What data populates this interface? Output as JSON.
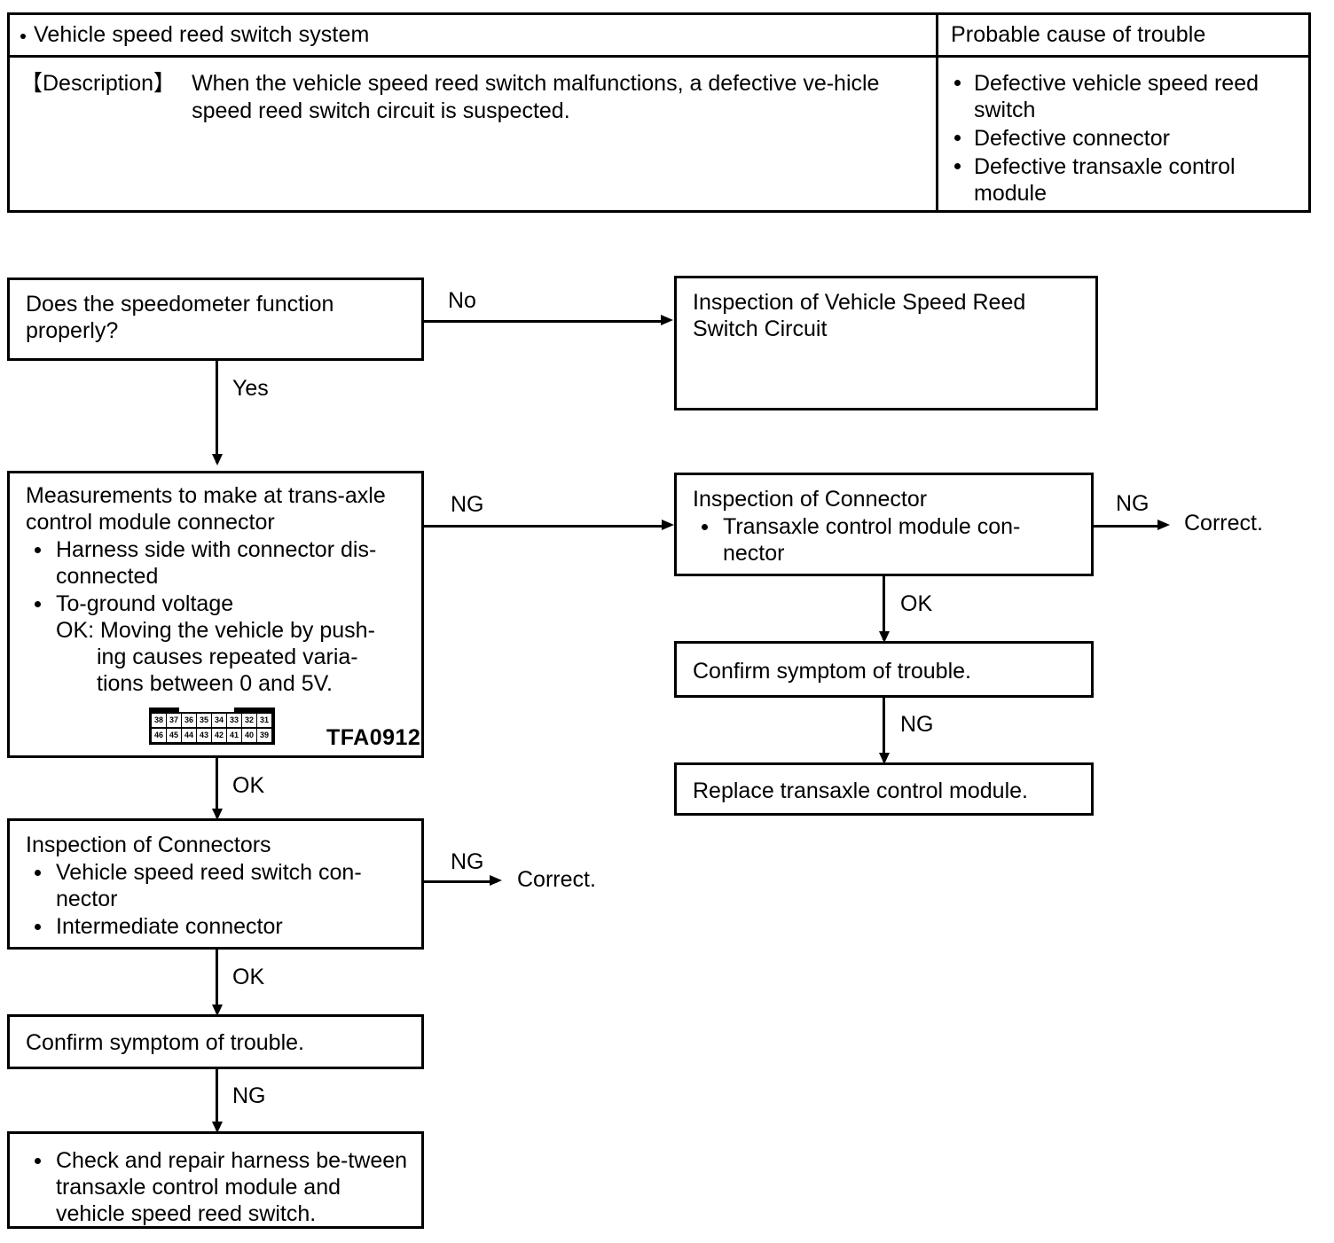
{
  "table": {
    "header_left": "Vehicle speed reed switch system",
    "header_right": "Probable cause of trouble",
    "description_label": "【Description】",
    "description_text": "When the vehicle speed reed switch malfunctions, a defective ve-hicle speed reed switch circuit is suspected.",
    "causes": [
      "Defective vehicle speed reed switch",
      "Defective connector",
      "Defective transaxle control module"
    ]
  },
  "flow": {
    "box_speedometer": "Does the speedometer function properly?",
    "box_inspection_circuit": "Inspection of Vehicle Speed Reed Switch Circuit",
    "box_measurements": {
      "title": "Measurements to make at trans-axle control module connector",
      "bullets": [
        "Harness side with connector dis-connected",
        "To-ground voltage"
      ],
      "ok_line": "OK: Moving the vehicle by push-",
      "ok_line2": "ing causes repeated varia-",
      "ok_line3": "tions between 0 and 5V.",
      "code": "TFA0912",
      "connector_pins_top": [
        "38",
        "37",
        "36",
        "35",
        "34",
        "33",
        "32",
        "31"
      ],
      "connector_pins_bottom": [
        "46",
        "45",
        "44",
        "43",
        "42",
        "41",
        "40",
        "39"
      ]
    },
    "box_inspection_connector": {
      "title": "Inspection of Connector",
      "bullets": [
        "Transaxle control module con-nector"
      ]
    },
    "box_confirm_right": "Confirm symptom of trouble.",
    "box_replace": "Replace transaxle control module.",
    "box_inspection_connectors": {
      "title": "Inspection of Connectors",
      "bullets": [
        "Vehicle speed reed switch con-nector",
        "Intermediate connector"
      ]
    },
    "box_confirm_left": "Confirm symptom of trouble.",
    "box_check_repair": "Check and repair harness be-tween transaxle control module and vehicle speed reed switch.",
    "labels": {
      "no": "No",
      "yes": "Yes",
      "ng": "NG",
      "ok": "OK",
      "correct": "Correct."
    }
  }
}
